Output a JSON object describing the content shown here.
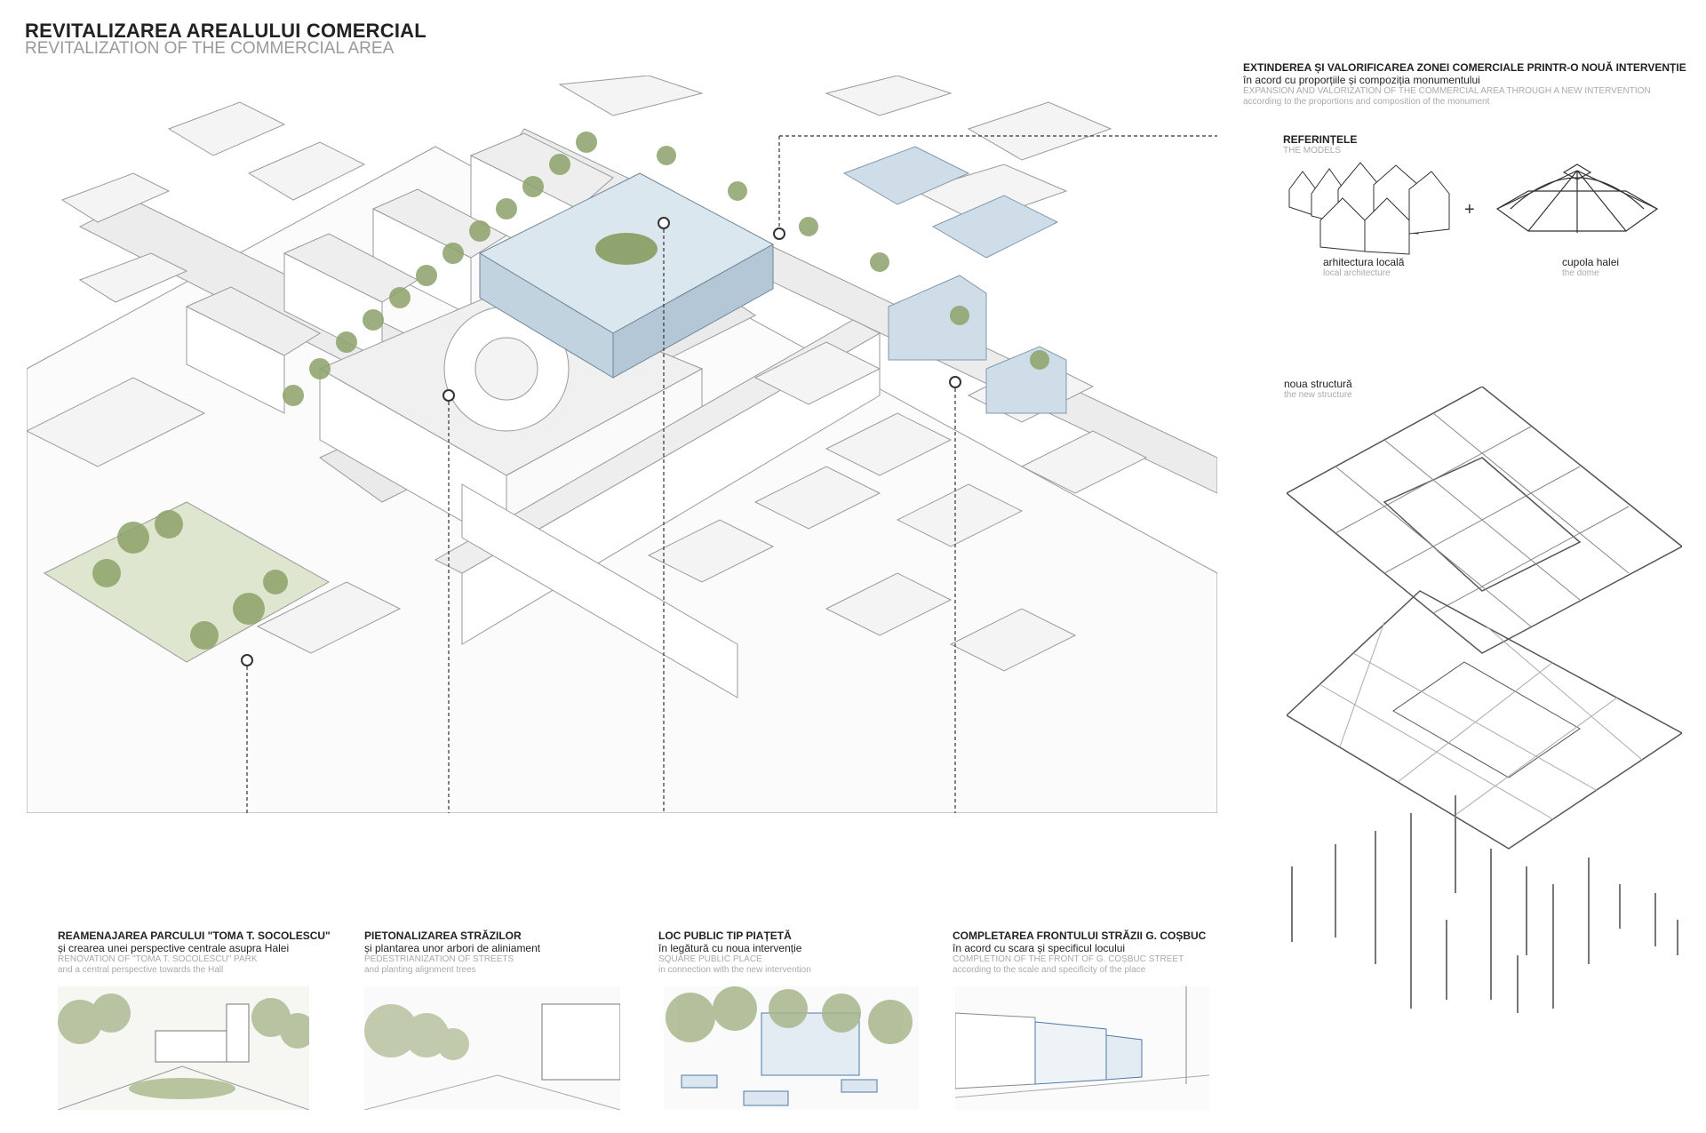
{
  "header": {
    "title": "REVITALIZAREA AREALULUI COMERCIAL",
    "subtitle": "REVITALIZATION OF THE COMMERCIAL AREA"
  },
  "intervention": {
    "title_ro_1": "EXTINDEREA ȘI VALORIFICAREA ZONEI COMERCIALE PRINTR-O NOUĂ INTERVENȚIE",
    "title_ro_2": "în acord cu proporțiile și compoziția monumentului",
    "title_en_1": "EXPANSION AND VALORIZATION OF THE COMMERCIAL AREA THROUGH A NEW INTERVENTION",
    "title_en_2": "according to the proportions and composition of the monument"
  },
  "models": {
    "title": "REFERINȚELE",
    "subtitle": "THE MODELS",
    "plus": "+",
    "items": [
      {
        "label": "arhitectura locală",
        "sublabel": "local architecture"
      },
      {
        "label": "cupola halei",
        "sublabel": "the dome"
      }
    ]
  },
  "structure": {
    "title": "noua structură",
    "subtitle": "the new structure"
  },
  "captions": [
    {
      "title": "REAMENAJAREA PARCULUI \"TOMA T. SOCOLESCU\"",
      "line2": "și crearea unei perspective centrale asupra Halei",
      "en1": "RENOVATION OF \"TOMA T. SOCOLESCU\" PARK",
      "en2": "and a central perspective towards the Hall"
    },
    {
      "title": "PIETONALIZAREA STRĂZILOR",
      "line2": "și plantarea unor arbori de aliniament",
      "en1": "PEDESTRIANIZATION OF STREETS",
      "en2": "and planting alignment trees"
    },
    {
      "title": "LOC PUBLIC TIP PIAȚETĂ",
      "line2": "în legătură cu noua intervenție",
      "en1": "SQUARE PUBLIC PLACE",
      "en2": "in connection with the new intervention"
    },
    {
      "title": "COMPLETAREA FRONTULUI STRĂZII G. COȘBUC",
      "line2": "în acord cu scara și specificul locului",
      "en1": "COMPLETION OF THE FRONT OF G. COȘBUC STREET",
      "en2": "according to the scale and specificity of the place"
    }
  ],
  "colors": {
    "green": "#9bab7a",
    "glass": "#c9d9e6",
    "line": "#555555"
  }
}
